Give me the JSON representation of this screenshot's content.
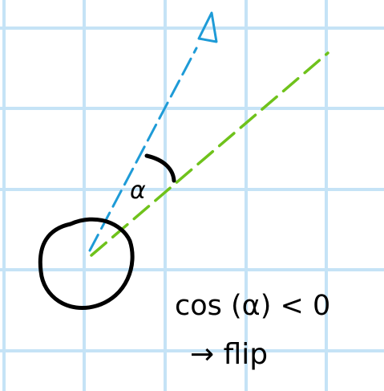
{
  "colors": {
    "background": "#ffffff",
    "grid": "#c5e3f6",
    "ink": "#000000",
    "blue_line": "#1e9bd7",
    "green_line": "#6fc21b"
  },
  "diagram": {
    "angle_label": "α",
    "condition_text": "cos (α) < 0",
    "result_text": "→ flip"
  }
}
